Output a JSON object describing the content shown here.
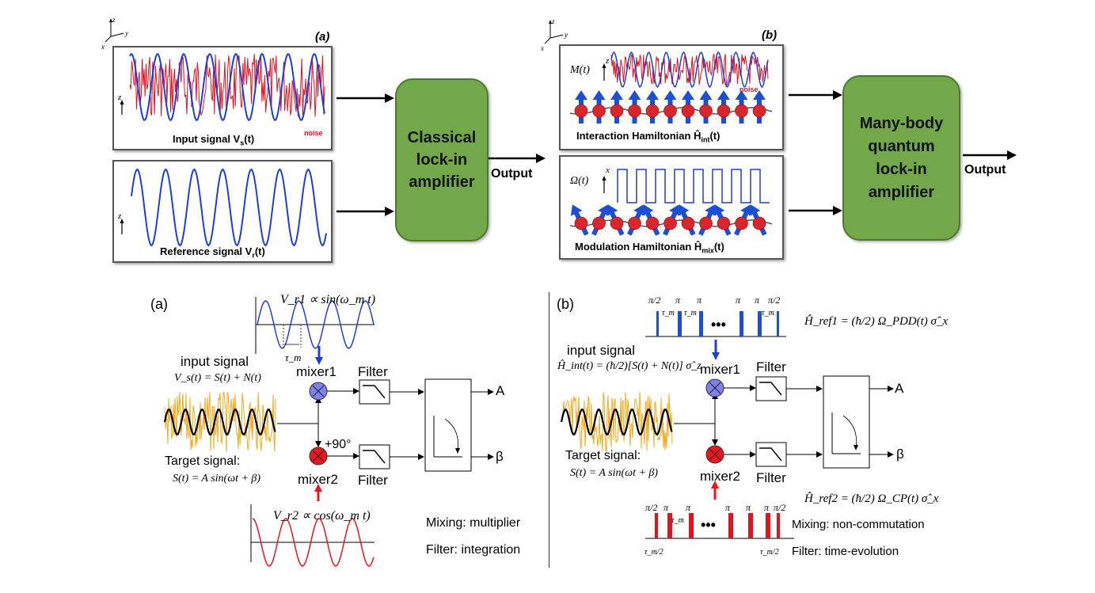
{
  "top": {
    "panel_a_tag": "(a)",
    "panel_b_tag": "(b)",
    "axis_z": "z",
    "axis_y": "y",
    "axis_x": "x",
    "noise_label": "noise",
    "input_signal_label": "Input signal V",
    "input_signal_sub": "s",
    "input_signal_arg": "(t)",
    "reference_signal_label": "Reference signal V",
    "reference_signal_sub": "r",
    "reference_signal_arg": "(t)",
    "classical_box": "Classical lock-in amplifier",
    "output_label_1": "Output",
    "interaction_label": "Interaction Hamiltonian Ĥ",
    "interaction_sub": "int",
    "interaction_arg": "(t)",
    "modulation_label": "Modulation Hamiltonian Ĥ",
    "modulation_sub": "mix",
    "modulation_arg": "(t)",
    "m_t_label": "M(t)",
    "omega_t_label": "Ω(t)",
    "quantum_box": "Many-body quantum lock-in amplifier",
    "output_label_2": "Output"
  },
  "bottom_left": {
    "tag": "(a)",
    "vr1_formula": "V_r1 ∝ sin(ω_m t)",
    "tau_m": "τ_m",
    "input_signal": "input signal",
    "vs_formula": "V_s(t) = S(t) + N(t)",
    "mixer1": "mixer1",
    "mixer2": "mixer2",
    "filter1": "Filter",
    "filter2": "Filter",
    "phase_shift": "+90°",
    "output_a": "A",
    "output_b": "β",
    "target_signal": "Target signal:",
    "target_formula": "S(t) = A sin(ωt + β)",
    "vr2_formula": "V_r2 ∝ cos(ω_m t)",
    "mixing_note": "Mixing: multiplier",
    "filter_note": "Filter: integration"
  },
  "bottom_right": {
    "tag": "(b)",
    "pulse_labels_top": [
      "π/2",
      "π",
      "π",
      "π",
      "π",
      "π/2"
    ],
    "tau_labels_top": [
      "τ_m",
      "τ_m",
      "τ_m"
    ],
    "ellipsis": "•••",
    "h_ref1": "Ĥ_ref1 = (ħ/2) Ω_PDD(t) σ̂_x",
    "input_signal": "input signal",
    "h_int": "Ĥ_int(t) = (ħ/2)[S(t) + N(t)] σ̂_z",
    "mixer1": "mixer1",
    "mixer2": "mixer2",
    "filter1": "Filter",
    "filter2": "Filter",
    "output_a": "A",
    "output_b": "β",
    "target_signal": "Target signal:",
    "target_formula": "S(t) = A sin(ωt + β)",
    "h_ref2": "Ĥ_ref2 = (ħ/2) Ω_CP(t) σ̂_x",
    "pulse_labels_bottom": [
      "π/2",
      "π",
      "π",
      "π",
      "π",
      "π",
      "π/2"
    ],
    "tau_label_bottom": "τ_m",
    "tau_half_left": "τ_m/2",
    "tau_half_right": "τ_m/2",
    "mixing_note": "Mixing: non-commutation",
    "filter_note": "Filter: time-evolution"
  },
  "colors": {
    "signal_blue": "#1f3fd8",
    "noise_red": "#e0141e",
    "box_green": "#72a74a",
    "noise_orange": "#f2a91c",
    "spin_blue": "#1a4fd6",
    "ball_red": "#d8262c"
  }
}
